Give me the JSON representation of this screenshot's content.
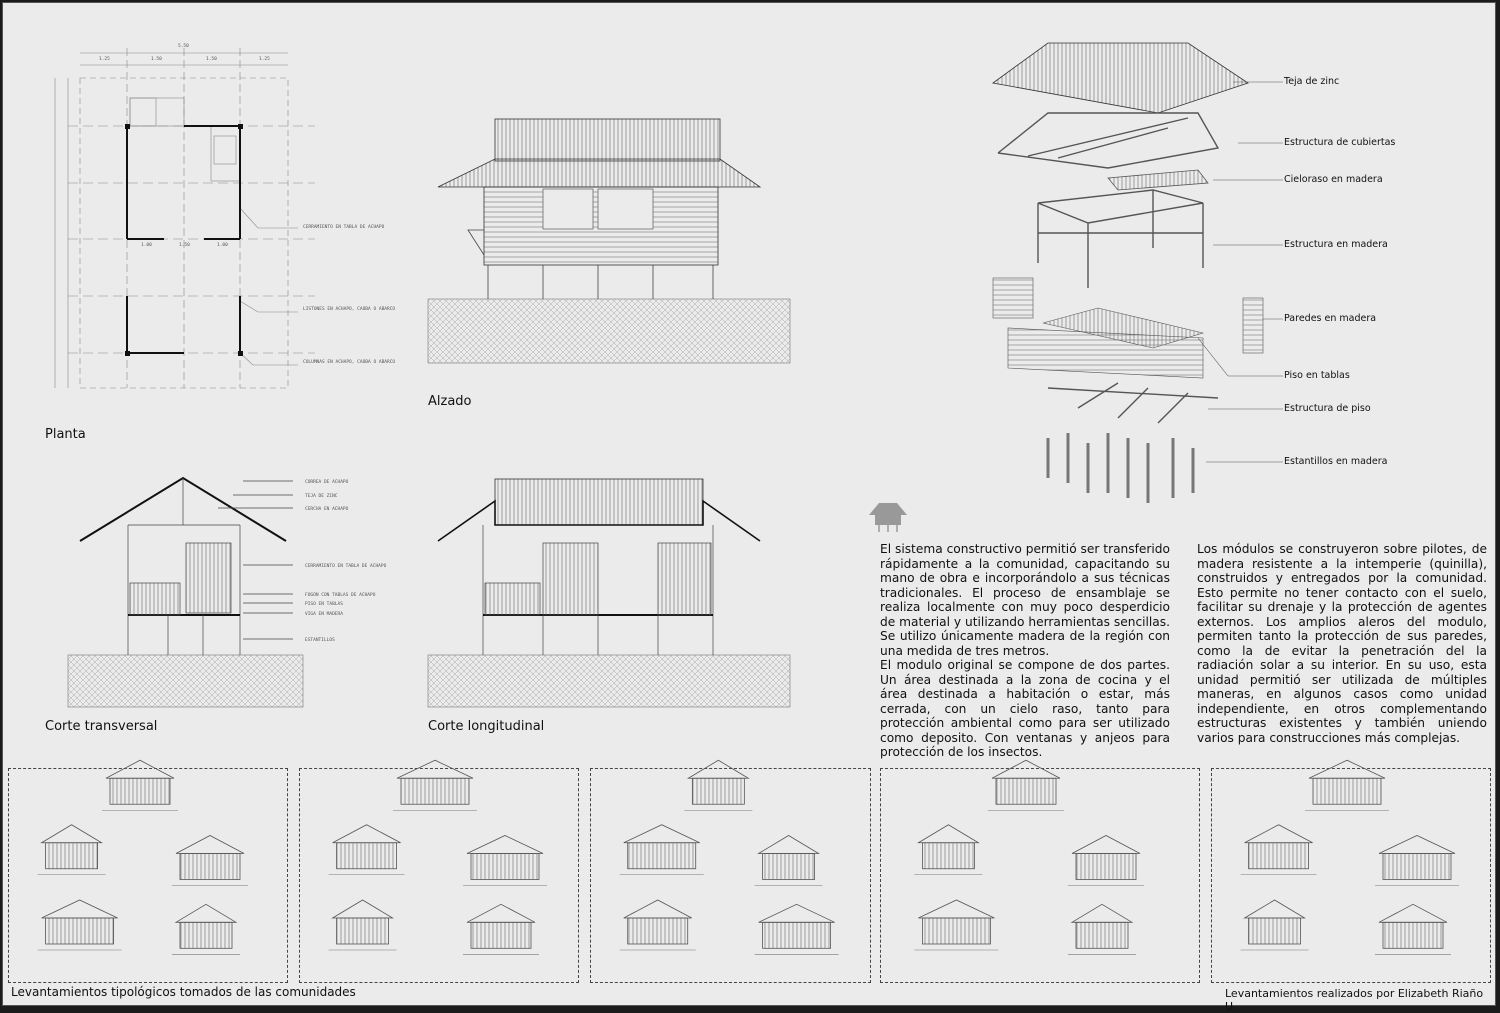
{
  "drawings": {
    "planta": {
      "title": "Planta",
      "dims_top": [
        "1.25",
        "1.50",
        "1.50",
        "1.25"
      ],
      "dim_total": "5.50",
      "dims_inner": [
        "1.00",
        "1.50",
        "1.00"
      ],
      "notes": [
        "CERRAMIENTO EN TABLA DE ACHAPO",
        "LISTONES EN ACHAPO, CAOBA O ABARCO",
        "COLUMNAS EN ACHAPO, CAOBA O ABARCO"
      ]
    },
    "alzado": {
      "title": "Alzado"
    },
    "corte_transversal": {
      "title": "Corte transversal",
      "notes": [
        "CORREA DE ACHAPO",
        "TEJA DE ZINC",
        "CERCHA EN ACHAPO",
        "CERRAMIENTO EN TABLA DE ACHAPO",
        "FOGON CON TABLAS DE ACHAPO",
        "PISO EN TABLAS",
        "VIGA EN MADERA",
        "ESTANTILLOS"
      ]
    },
    "corte_longitudinal": {
      "title": "Corte longitudinal"
    }
  },
  "exploded": {
    "labels": [
      "Teja de zinc",
      "Estructura de cubiertas",
      "Cieloraso en madera",
      "Estructura en madera",
      "Paredes en madera",
      "Piso en tablas",
      "Estructura de piso",
      "Estantillos en madera"
    ]
  },
  "text": {
    "left": "El sistema constructivo permitió ser transferido rápidamente a la comunidad, capacitando su mano de obra e incorporándolo a sus técnicas tradicionales. El proceso de ensamblaje se realiza localmente con muy poco desperdicio de material y utilizando herramientas sencillas. Se utilizo únicamente madera de la región con una medida de tres metros.",
    "left2": "El modulo original se compone de dos partes. Un área destinada a la zona de cocina  y el área destinada a habitación o estar, más cerrada, con un cielo raso, tanto para protección ambiental como para ser utilizado como deposito. Con ventanas y anjeos para protección de los insectos.",
    "right": "Los módulos se construyeron sobre pilotes, de madera resistente a la intemperie (quinilla), construidos y entregados por la comunidad. Esto permite no tener contacto con el suelo, facilitar su drenaje y la protección de agentes externos. Los amplios aleros del modulo, permiten tanto la protección de sus paredes, como la de evitar la penetración del la radiación solar a su interior. En su uso, esta unidad permitió ser utilizada de múltiples maneras, en algunos casos como unidad independiente, en otros complementando estructuras existentes y también uniendo varios para construcciones más complejas."
  },
  "sketches": {
    "count": 5
  },
  "footer": {
    "left": "Levantamientos tipológicos tomados de las comunidades",
    "right": "Levantamientos realizados por Elizabeth Riaño U."
  }
}
